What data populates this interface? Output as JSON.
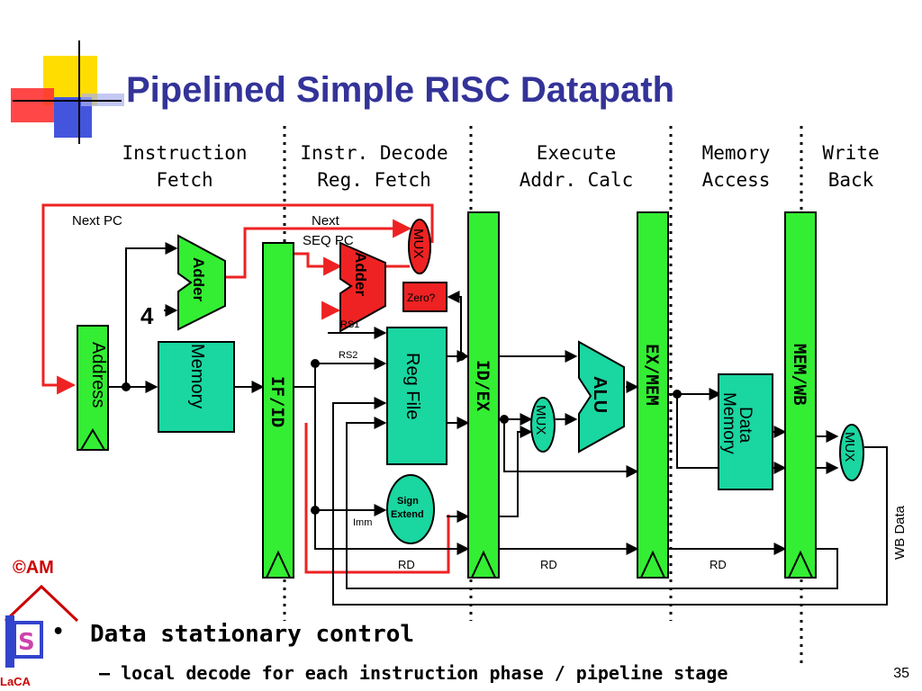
{
  "title": "Pipelined Simple RISC Datapath",
  "stages": [
    {
      "label": "Instruction\nFetch"
    },
    {
      "label": "Instr. Decode\nReg. Fetch"
    },
    {
      "label": "Execute\nAddr. Calc"
    },
    {
      "label": "Memory\nAccess"
    },
    {
      "label": "Write\nBack"
    }
  ],
  "diagram": {
    "next_pc": "Next PC",
    "next_seq_pc": [
      "Next",
      "SEQ PC"
    ],
    "four": "4",
    "address": "Address",
    "memory": "Memory",
    "adder": "Adder",
    "if_id": "IF/ID",
    "id_ex": "ID/EX",
    "ex_mem": "EX/MEM",
    "mem_wb": "MEM/WB",
    "mux": "MUX",
    "zero": "Zero?",
    "rs1": "RS1",
    "rs2": "RS2",
    "reg_file": "Reg File",
    "sign_extend": [
      "Sign",
      "Extend"
    ],
    "imm": "Imm",
    "rd": "RD",
    "alu": "ALU",
    "data_memory": [
      "Data",
      "Memory"
    ],
    "wb_data": "WB Data"
  },
  "bullets": {
    "main": "Data stationary control",
    "sub": "– local decode for each instruction phase / pipeline stage"
  },
  "page_number": "35",
  "copyright": "©AM",
  "logo_text": "LaCA",
  "colors": {
    "title": "#333399",
    "pipeline_reg": "#33ee33",
    "unit": "#1ad6a0",
    "red_path": "#ee2222",
    "copyright": "#cc0000"
  }
}
